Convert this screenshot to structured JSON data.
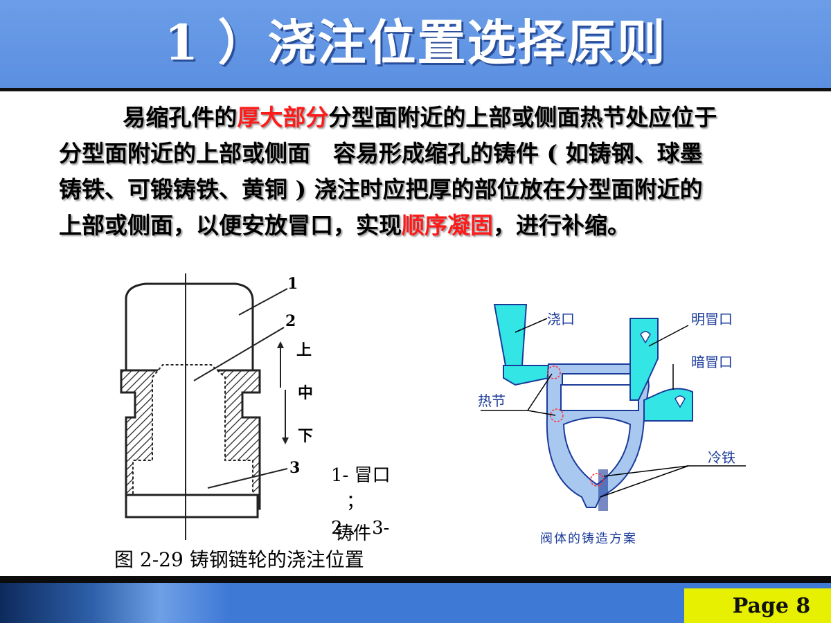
{
  "slide": {
    "title": "1 ）浇注位置选择原则",
    "page_label": "Page 8"
  },
  "paragraph": {
    "p1": "易缩孔件的",
    "p2_red": "厚大部分",
    "p3": "分型面附近的上部或侧面热节处应位于分型面附近的上部或侧面　容易形成缩孔的铸件 ( 如铸钢、球墨铸铁、可锻铸铁、黄铜 ) 浇注时应把厚的部位放在分型面附近的上部或侧面，以便安放冒口，实现",
    "p4_red": "顺序凝固",
    "p5": "，进行补缩。"
  },
  "figure_left": {
    "labels": [
      "1",
      "2",
      "3"
    ],
    "positions": [
      "上",
      "中",
      "下"
    ],
    "legend_line1": "1- 冒口",
    "legend_line2": "；",
    "legend_line3": "2 、 3-",
    "legend_line4": "铸件",
    "caption": "图 2-29  铸钢链轮的浇注位置"
  },
  "figure_right": {
    "labels": {
      "sprue": "浇口",
      "open_riser": "明冒口",
      "blind_riser": "暗冒口",
      "hot_spot": "热节",
      "chill": "冷铁"
    },
    "caption": "阀体的铸造方案",
    "colors": {
      "fill": "#33e5e5",
      "body": "#a9c8f0",
      "outline": "#1a3a9a"
    }
  }
}
